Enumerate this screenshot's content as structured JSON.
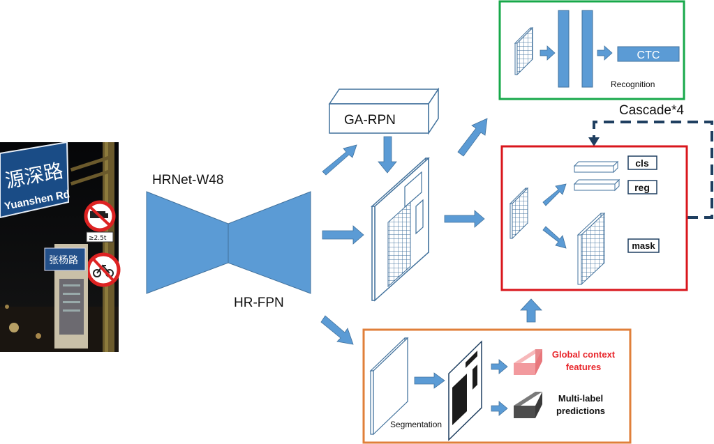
{
  "photo": {
    "sign_chinese": "源深路",
    "sign_english": "Yuanshen Rd",
    "weight_limit": "≥2.5t",
    "column_sign": "张杨路"
  },
  "labels": {
    "backbone": "HRNet-W48",
    "fpn": "HR-FPN",
    "rpn": "GA-RPN",
    "cascade": "Cascade*4",
    "ctc": "CTC",
    "recognition": "Recognition",
    "cls": "cls",
    "reg": "reg",
    "mask": "mask",
    "segmentation": "Segmentation",
    "global_context_line1": "Global context",
    "global_context_line2": "features",
    "multi_label_line1": "Multi-label",
    "multi_label_line2": "predictions"
  },
  "colors": {
    "blue": "#5B9BD5",
    "blue_dark": "#41719C",
    "recognition_border": "#17A84A",
    "cascade_border": "#D9161C",
    "segmentation_border": "#E07F3A",
    "cascade_arrow": "#1F3F60",
    "global_context_text": "#E8262B",
    "pink_block": "#F29A9E",
    "gray_block": "#4D4D4D"
  }
}
